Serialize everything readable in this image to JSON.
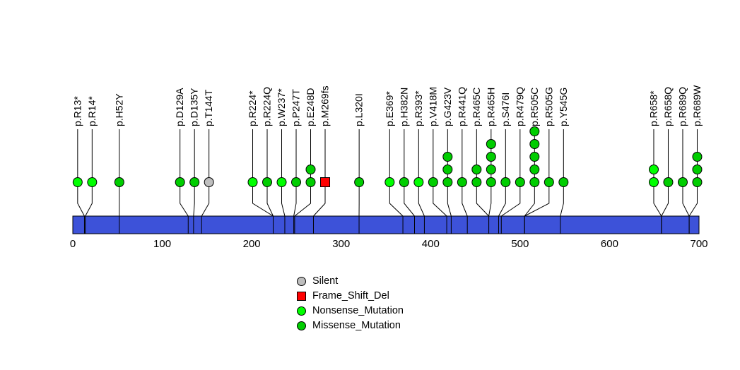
{
  "figure": {
    "background": "#FFFFFF"
  },
  "chart_data": {
    "type": "lollipop",
    "title": "",
    "xlabel": "",
    "ylabel": "",
    "axis": {
      "min": 0,
      "max": 700,
      "ticks": [
        0,
        100,
        200,
        300,
        400,
        500,
        600,
        700
      ]
    },
    "protein_bar": {
      "start": 0,
      "end": 700,
      "color": "#3D52D9",
      "border": "#000000"
    },
    "legend_position": "bottom-center",
    "legend": [
      {
        "label": "Silent",
        "color": "#BEBEBE",
        "shape": "circle"
      },
      {
        "label": "Frame_Shift_Del",
        "color": "#FF0000",
        "shape": "square"
      },
      {
        "label": "Nonsense_Mutation",
        "color": "#00FF00",
        "shape": "circle"
      },
      {
        "label": "Missense_Mutation",
        "color": "#00CD00",
        "shape": "circle"
      }
    ],
    "mutations": [
      {
        "label": "p.R13*",
        "pos": 13,
        "count": 1,
        "type": "Nonsense_Mutation"
      },
      {
        "label": "p.R14*",
        "pos": 14,
        "count": 1,
        "type": "Nonsense_Mutation"
      },
      {
        "label": "p.H52Y",
        "pos": 52,
        "count": 1,
        "type": "Missense_Mutation"
      },
      {
        "label": "p.D129A",
        "pos": 129,
        "count": 1,
        "type": "Missense_Mutation"
      },
      {
        "label": "p.D135Y",
        "pos": 135,
        "count": 1,
        "type": "Missense_Mutation"
      },
      {
        "label": "p.T144T",
        "pos": 144,
        "count": 1,
        "type": "Silent"
      },
      {
        "label": "p.R224*",
        "pos": 224,
        "count": 1,
        "type": "Nonsense_Mutation"
      },
      {
        "label": "p.R224Q",
        "pos": 224,
        "count": 1,
        "type": "Missense_Mutation"
      },
      {
        "label": "p.W237*",
        "pos": 237,
        "count": 1,
        "type": "Nonsense_Mutation"
      },
      {
        "label": "p.P247T",
        "pos": 247,
        "count": 1,
        "type": "Missense_Mutation"
      },
      {
        "label": "p.E248D",
        "pos": 248,
        "count": 2,
        "type": "Missense_Mutation"
      },
      {
        "label": "p.M269fs",
        "pos": 269,
        "count": 1,
        "type": "Frame_Shift_Del"
      },
      {
        "label": "p.L320I",
        "pos": 320,
        "count": 1,
        "type": "Missense_Mutation"
      },
      {
        "label": "p.E369*",
        "pos": 369,
        "count": 1,
        "type": "Nonsense_Mutation"
      },
      {
        "label": "p.H382N",
        "pos": 382,
        "count": 1,
        "type": "Missense_Mutation"
      },
      {
        "label": "p.R393*",
        "pos": 393,
        "count": 1,
        "type": "Nonsense_Mutation"
      },
      {
        "label": "p.V418M",
        "pos": 418,
        "count": 1,
        "type": "Missense_Mutation"
      },
      {
        "label": "p.G423V",
        "pos": 423,
        "count": 3,
        "type": "Missense_Mutation"
      },
      {
        "label": "p.R441Q",
        "pos": 441,
        "count": 1,
        "type": "Missense_Mutation"
      },
      {
        "label": "p.R465C",
        "pos": 465,
        "count": 2,
        "type": "Missense_Mutation"
      },
      {
        "label": "p.R465H",
        "pos": 465,
        "count": 4,
        "type": "Missense_Mutation"
      },
      {
        "label": "p.S476I",
        "pos": 476,
        "count": 1,
        "type": "Missense_Mutation"
      },
      {
        "label": "p.R479Q",
        "pos": 479,
        "count": 1,
        "type": "Missense_Mutation"
      },
      {
        "label": "p.R505C",
        "pos": 505,
        "count": 5,
        "type": "Missense_Mutation"
      },
      {
        "label": "p.R505G",
        "pos": 505,
        "count": 1,
        "type": "Missense_Mutation"
      },
      {
        "label": "p.Y545G",
        "pos": 545,
        "count": 1,
        "type": "Missense_Mutation"
      },
      {
        "label": "p.R658*",
        "pos": 658,
        "count": 2,
        "type": "Nonsense_Mutation"
      },
      {
        "label": "p.R658Q",
        "pos": 658,
        "count": 1,
        "type": "Missense_Mutation"
      },
      {
        "label": "p.R689Q",
        "pos": 689,
        "count": 1,
        "type": "Missense_Mutation"
      },
      {
        "label": "p.R689W",
        "pos": 689,
        "count": 3,
        "type": "Missense_Mutation"
      }
    ]
  }
}
